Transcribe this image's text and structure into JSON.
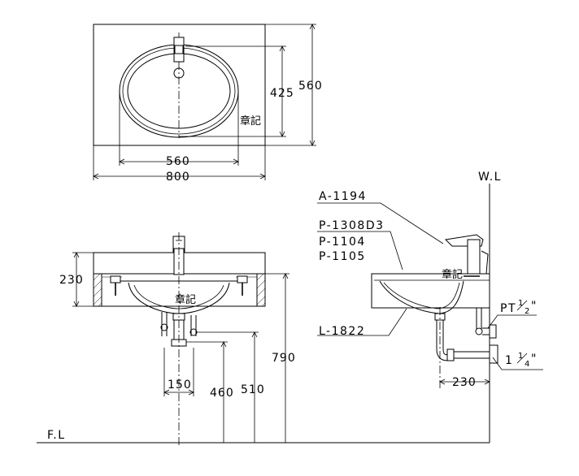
{
  "top_view": {
    "dim_width_bowl": "560",
    "dim_width_counter": "800",
    "dim_depth_bowl": "425",
    "dim_depth_counter": "560",
    "stamp": "章記"
  },
  "front_view": {
    "dim_counter_height": "230",
    "dim_outlet_spacing": "150",
    "dim_drain_height": "460",
    "dim_supply_height": "510",
    "dim_rim_height": "790",
    "stamp": "章記"
  },
  "side_view": {
    "wall_label": "W.L",
    "part_faucet": "A-1194",
    "part_counter": "P-1308D3",
    "part_bracket_1": "P-1104",
    "part_bracket_2": "P-1105",
    "part_bowl": "L-1822",
    "pipe_supply_prefix": "PT",
    "pipe_supply_num": "1",
    "pipe_supply_den": "2",
    "pipe_supply_quote": "\"",
    "pipe_drain_whole": "1",
    "pipe_drain_num": "1",
    "pipe_drain_den": "4",
    "pipe_drain_quote": "\"",
    "dim_wall_offset": "230",
    "stamp": "章記"
  },
  "floor_label": "F.L"
}
